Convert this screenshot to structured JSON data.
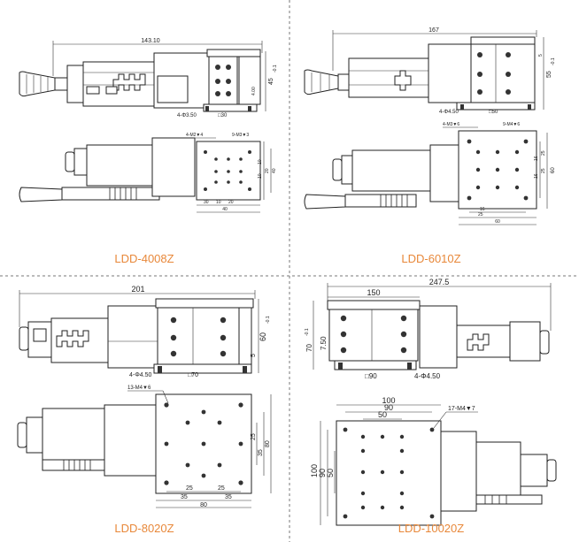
{
  "colors": {
    "label": "#e8883a",
    "line": "#222222",
    "divider": "#777777"
  },
  "panels": [
    {
      "id": "tl",
      "model": "LDD-4008Z",
      "texts": {
        "width": "143.10",
        "height": "45",
        "tol": "-0.1",
        "side": "4.00",
        "holes": "4-Φ3.50",
        "square": "□30",
        "tap1": "4-M2▼4",
        "tap2": "9-M3▼3",
        "d1": "10",
        "d2": "10",
        "d3": "20",
        "d4": "40",
        "d5": "40",
        "d6": "30",
        "d7": "10",
        "d8": "20"
      }
    },
    {
      "id": "tr",
      "model": "LDD-6010Z",
      "texts": {
        "width": "167",
        "height": "55",
        "tol": "-0.1",
        "side": "5",
        "holes": "4-Φ4.50",
        "square": "□50",
        "tap1": "4-M3▼6",
        "tap2": "9-M4▼6",
        "d1": "16",
        "d2": "16",
        "d3": "25",
        "d4": "25",
        "d5": "60",
        "d6": "16",
        "d7": "25",
        "d8": "60"
      }
    },
    {
      "id": "bl",
      "model": "LDD-8020Z",
      "texts": {
        "width": "201",
        "height": "60",
        "tol": "-0.1",
        "side": "5",
        "holes": "4-Φ4.50",
        "square": "□70",
        "tap1": "13-M4▼6",
        "d1": "25",
        "d2": "35",
        "d3": "80",
        "d4": "25",
        "d5": "35",
        "d6": "80",
        "d7": "25",
        "d8": "35"
      }
    },
    {
      "id": "br",
      "model": "LDD-10020Z",
      "texts": {
        "width": "247.5",
        "top": "150",
        "height": "70",
        "tol": "-0.1",
        "side": "7.50",
        "square": "□90",
        "holes": "4-Φ4.50",
        "tap1": "17-M4▼7",
        "d1": "100",
        "d2": "90",
        "d3": "50",
        "d4": "100",
        "d5": "90",
        "d6": "50"
      }
    }
  ]
}
